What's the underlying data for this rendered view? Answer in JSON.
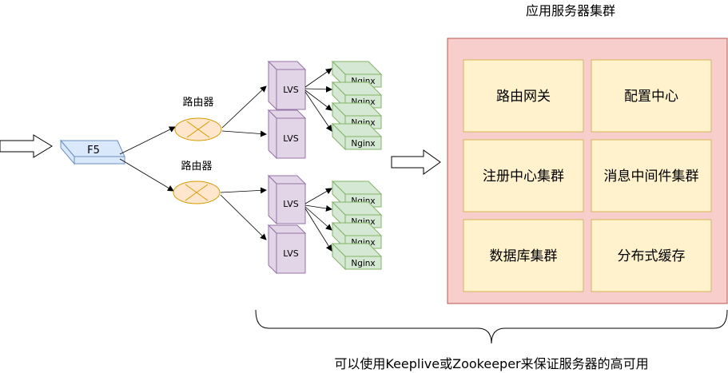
{
  "cluster": {
    "title": "应用服务器集群",
    "cells": [
      "路由网关",
      "配置中心",
      "注册中心集群",
      "消息中间件集群",
      "数据库集群",
      "分布式缓存"
    ],
    "fill": "#f8cecc",
    "stroke": "#b85450",
    "cell_fill": "#fff2cc",
    "cell_stroke": "#d6b656"
  },
  "f5": {
    "label": "F5",
    "fill": "#dae8fc",
    "stroke": "#6c8ebf"
  },
  "routers": [
    {
      "label": "路由器"
    },
    {
      "label": "路由器"
    }
  ],
  "router_style": {
    "fill": "#ffe6cc",
    "stroke": "#d79b00"
  },
  "lvs": {
    "label": "LVS",
    "fill": "#e1d5e7",
    "stroke": "#9673a6"
  },
  "nginx": {
    "label": "Nginx",
    "fill": "#d5e8d4",
    "stroke": "#82b366"
  },
  "caption": "可以使用Keeplive或Zookeeper来保证服务器的高可用"
}
